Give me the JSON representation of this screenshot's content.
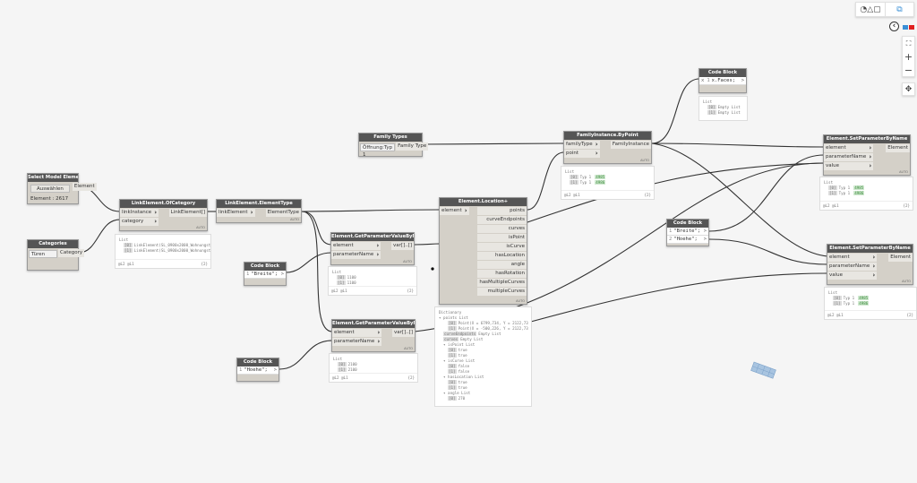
{
  "nodes": [
    {
      "id": "select",
      "title": "Select Model Element",
      "inputs": [],
      "outputs": [
        "Element"
      ],
      "button": "Auswählen",
      "info": "Element : 2617"
    },
    {
      "id": "categories",
      "title": "Categories",
      "inputs": [],
      "outputs": [
        "Category"
      ],
      "dropdown": "Türen"
    },
    {
      "id": "ofcat",
      "title": "LinkElement.OfCategory",
      "inputs": [
        "linkInstance",
        "category"
      ],
      "outputs": [
        "LinkElement[]"
      ],
      "lacing": "AUTO",
      "preview": {
        "lines": [
          {
            "t": "List"
          },
          {
            "i": "[0]",
            "t": "LinkElement(SL_0900x2000_Wohnungstür"
          },
          {
            "i": "[1]",
            "t": "LinkElement(SL_0900x2000_Wohnungstür"
          }
        ],
        "footer": "@L2 @L1",
        "icon": "{2}"
      }
    },
    {
      "id": "eltype",
      "title": "LinkElement.ElementType",
      "inputs": [
        "linkElement"
      ],
      "outputs": [
        "ElementType"
      ],
      "lacing": "AUTO"
    },
    {
      "id": "famtypes",
      "title": "Family Types",
      "inputs": [],
      "outputs": [
        "Family Type"
      ],
      "dropdown": "Öffnung:Typ 1"
    },
    {
      "id": "getp1",
      "title": "Element.GetParameterValueByName",
      "inputs": [
        "element",
        "parameterName"
      ],
      "outputs": [
        "var[]..[]"
      ],
      "lacing": "AUTO",
      "preview": {
        "lines": [
          {
            "t": "List"
          },
          {
            "i": "[0]",
            "t": "1100"
          },
          {
            "i": "[1]",
            "t": "1100"
          }
        ],
        "footer": "@L2 @L1",
        "icon": "{2}"
      }
    },
    {
      "id": "cb1",
      "title": "Code Block",
      "code": [
        {
          "n": "1",
          "t": "\"Breite\";"
        }
      ],
      "outputs": [
        ">"
      ]
    },
    {
      "id": "loc",
      "title": "Element.Location+",
      "inputs": [
        "element"
      ],
      "outputs": [
        "points",
        "curveEndpoints",
        "curves",
        "isPoint",
        "isCurve",
        "hasLocation",
        "angle",
        "hasRotation",
        "hasMultipleCurves",
        "multipleCurves"
      ],
      "lacing": "AUTO",
      "preview": {
        "lines": [
          {
            "t": "Dictionary"
          },
          {
            "t": "▾ points List"
          },
          {
            "i": "[0]",
            "t": "Point(X = 6799,734, Y = 2122,73",
            "d": 2
          },
          {
            "i": "[1]",
            "t": "Point(X = -500,226, Y = 2122,73",
            "d": 2
          },
          {
            "i": "curveEndpoints",
            "t": "Empty List",
            "d": 1
          },
          {
            "i": "curves",
            "t": "Empty List",
            "d": 1
          },
          {
            "t": "▾ isPoint List",
            "d": 1
          },
          {
            "i": "[0]",
            "t": "true",
            "d": 2
          },
          {
            "i": "[1]",
            "t": "true",
            "d": 2
          },
          {
            "t": "▾ isCurve List",
            "d": 1
          },
          {
            "i": "[0]",
            "t": "false",
            "d": 2
          },
          {
            "i": "[1]",
            "t": "false",
            "d": 2
          },
          {
            "t": "▾ hasLocation List",
            "d": 1
          },
          {
            "i": "[0]",
            "t": "true",
            "d": 2
          },
          {
            "i": "[1]",
            "t": "true",
            "d": 2
          },
          {
            "t": "▾ angle List",
            "d": 1
          },
          {
            "i": "[0]",
            "t": "270",
            "d": 2
          }
        ]
      }
    },
    {
      "id": "getp2",
      "title": "Element.GetParameterValueByName",
      "inputs": [
        "element",
        "parameterName"
      ],
      "outputs": [
        "var[]..[]"
      ],
      "lacing": "AUTO",
      "preview": {
        "lines": [
          {
            "t": "List"
          },
          {
            "i": "[0]",
            "t": "2100"
          },
          {
            "i": "[1]",
            "t": "2100"
          }
        ],
        "footer": "@L2 @L1",
        "icon": "{2}"
      }
    },
    {
      "id": "cb2",
      "title": "Code Block",
      "code": [
        {
          "n": "1",
          "t": "\"Hoehe\";"
        }
      ],
      "outputs": [
        ">"
      ]
    },
    {
      "id": "fibp",
      "title": "FamilyInstance.ByPoint",
      "inputs": [
        "familyType",
        "point"
      ],
      "outputs": [
        "FamilyInstance"
      ],
      "lacing": "AUTO",
      "preview": {
        "lines": [
          {
            "t": "List"
          },
          {
            "i": "[0]",
            "t": "Typ 1",
            "g": "4985"
          },
          {
            "i": "[1]",
            "t": "Typ 1",
            "g": "4986"
          }
        ],
        "footer": "@L2 @L1",
        "icon": "{2}"
      }
    },
    {
      "id": "cbfaces",
      "title": "Code Block",
      "code": [
        {
          "n": "1",
          "t": "x.Faces;"
        }
      ],
      "inputs": [
        "x"
      ],
      "outputs": [
        ">"
      ],
      "preview": {
        "lines": [
          {
            "t": "List"
          },
          {
            "i": "[0]",
            "t": "Empty List"
          },
          {
            "i": "[1]",
            "t": "Empty List"
          }
        ]
      }
    },
    {
      "id": "setp1",
      "title": "Element.SetParameterByName",
      "inputs": [
        "element",
        "parameterName",
        "value"
      ],
      "outputs": [
        "Element"
      ],
      "lacing": "AUTO",
      "preview": {
        "lines": [
          {
            "t": "List"
          },
          {
            "i": "[0]",
            "t": "Typ 1",
            "g": "4985"
          },
          {
            "i": "[1]",
            "t": "Typ 1",
            "g": "4986"
          }
        ],
        "footer": "@L2 @L1",
        "icon": "{2}"
      }
    },
    {
      "id": "cb3",
      "title": "Code Block",
      "code": [
        {
          "n": "1",
          "t": "\"Breite\";"
        },
        {
          "n": "2",
          "t": "\"Hoehe\";"
        }
      ],
      "outputs": [
        ">",
        ">"
      ]
    },
    {
      "id": "setp2",
      "title": "Element.SetParameterByName",
      "inputs": [
        "element",
        "parameterName",
        "value"
      ],
      "outputs": [
        "Element"
      ],
      "lacing": "AUTO",
      "preview": {
        "lines": [
          {
            "t": "List"
          },
          {
            "i": "[0]",
            "t": "Typ 1",
            "g": "4985"
          },
          {
            "i": "[1]",
            "t": "Typ 1",
            "g": "4986"
          }
        ],
        "footer": "@L2 @L1",
        "icon": "{2}"
      }
    }
  ],
  "controls": {
    "zoom_in": "+",
    "zoom_out": "−",
    "fit": "⛶",
    "pan": "✥",
    "back": "‹"
  },
  "colors": {
    "canvas": "#f5f5f5",
    "node_header": "#555555",
    "node_body": "#d4d0c8",
    "preview_value": "#cfe8cf",
    "view_toggle": "#3a8fd6"
  }
}
